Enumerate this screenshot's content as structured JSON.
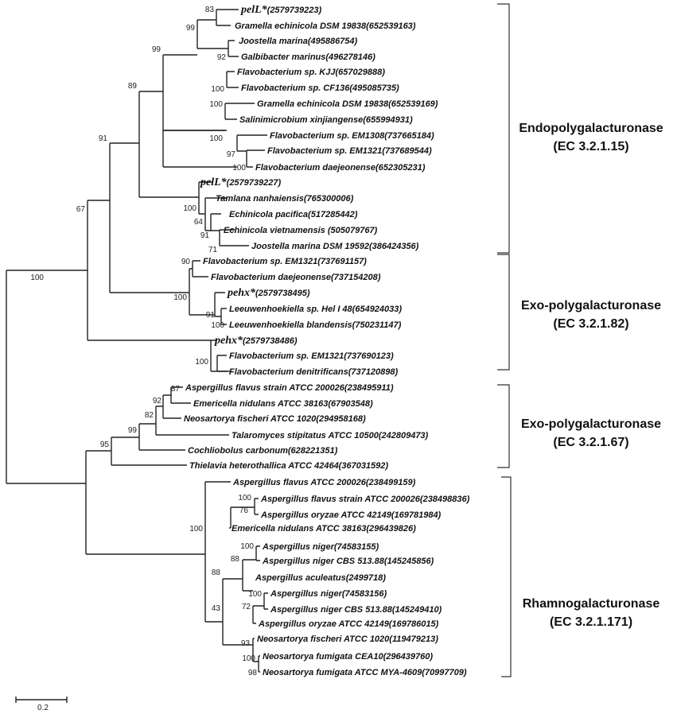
{
  "groups": [
    {
      "name": "Endopolygalacturonase",
      "ec": "(EC 3.2.1.15)"
    },
    {
      "name": "Exo-polygalacturonase",
      "ec": "(EC 3.2.1.82)"
    },
    {
      "name": "Exo-polygalacturonase",
      "ec": "(EC 3.2.1.67)"
    },
    {
      "name": "Rhamnogalacturonase",
      "ec": "(EC 3.2.1.171)"
    }
  ],
  "leaves": [
    {
      "name": "pelL*",
      "acc": "(2579739223)"
    },
    {
      "text": "Gramella echinicola DSM 19838(652539163)"
    },
    {
      "text": "Joostella marina(495886754)"
    },
    {
      "text": "Galbibacter marinus(496278146)"
    },
    {
      "text": "Flavobacterium sp. KJJ(657029888)"
    },
    {
      "text": "Flavobacterium sp. CF136(495085735)"
    },
    {
      "text": "Gramella echinicola DSM 19838(652539169)"
    },
    {
      "text": "Salinimicrobium xinjiangense(655994931)"
    },
    {
      "text": "Flavobacterium sp. EM1308(737665184)"
    },
    {
      "text": "Flavobacterium sp. EM1321(737689544)"
    },
    {
      "text": "Flavobacterium daejeonense(652305231)"
    },
    {
      "name": "pelL*",
      "acc": "(2579739227)"
    },
    {
      "text": "Tamlana nanhaiensis(765300006)"
    },
    {
      "text": "Echinicola pacifica(517285442)"
    },
    {
      "text": "Echinicola vietnamensis (505079767)"
    },
    {
      "text": "Joostella marina DSM 19592(386424356)"
    },
    {
      "text": "Flavobacterium sp. EM1321(737691157)"
    },
    {
      "text": "Flavobacterium daejeonense(737154208)"
    },
    {
      "name": "pehx*",
      "acc": "(2579738495)"
    },
    {
      "text": "Leeuwenhoekiella sp. Hel I 48(654924033)"
    },
    {
      "text": "Leeuwenhoekiella blandensis(750231147)"
    },
    {
      "name": "pehx*",
      "acc": "(2579738486)"
    },
    {
      "text": "Flavobacterium sp. EM1321(737690123)"
    },
    {
      "text": "Flavobacterium denitrificans(737120898)"
    },
    {
      "text": "Aspergillus flavus strain ATCC 200026(238495911)"
    },
    {
      "text": "Emericella nidulans ATCC 38163(67903548)"
    },
    {
      "text": "Neosartorya fischeri ATCC 1020(294958168)"
    },
    {
      "text": "Talaromyces stipitatus ATCC 10500(242809473)"
    },
    {
      "text": "Cochliobolus carbonum(628221351)"
    },
    {
      "text": "Thielavia heterothallica ATCC 42464(367031592)"
    },
    {
      "text": "Aspergillus flavus ATCC 200026(238499159)"
    },
    {
      "text": "Aspergillus flavus strain ATCC 200026(238498836)"
    },
    {
      "text": "Aspergillus oryzae ATCC 42149(169781984)"
    },
    {
      "text": "Emericella nidulans ATCC 38163(296439826)"
    },
    {
      "text": "Aspergillus niger(74583155)"
    },
    {
      "text": "Aspergillus niger CBS 513.88(145245856)"
    },
    {
      "text": "Aspergillus aculeatus(2499718)"
    },
    {
      "text": "Aspergillus niger(74583156)"
    },
    {
      "text": "Aspergillus niger CBS 513.88(145249410)"
    },
    {
      "text": "Aspergillus oryzae ATCC 42149(169786015)"
    },
    {
      "text": "Neosartorya fischeri ATCC 1020(119479213)"
    },
    {
      "text": "Neosartorya fumigata CEA10(296439760)"
    },
    {
      "text": "Neosartorya fumigata ATCC MYA-4609(70997709)"
    }
  ],
  "bootstrap": [
    "83",
    "99",
    "92",
    "99",
    "100",
    "89",
    "100",
    "100",
    "97",
    "100",
    "91",
    "100",
    "64",
    "91",
    "71",
    "67",
    "90",
    "100",
    "100",
    "91",
    "100",
    "100",
    "87",
    "92",
    "82",
    "99",
    "95",
    "100",
    "76",
    "100",
    "100",
    "88",
    "88",
    "43",
    "72",
    "100",
    "93",
    "100",
    "98"
  ],
  "scale": {
    "label": "0.2"
  }
}
